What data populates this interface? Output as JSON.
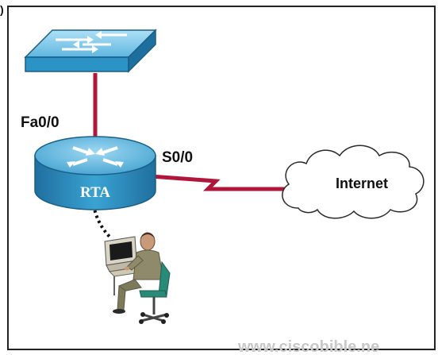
{
  "figure_marker": ")",
  "labels": {
    "fa_interface": "Fa0/0",
    "serial_interface": "S0/0",
    "router_name": "RTA",
    "cloud_name": "Internet"
  },
  "watermark": "www.ciscobible.ne",
  "colors": {
    "device_blue": "#2c93c6",
    "device_top": "#8ed0ee",
    "link_red": "#b0163a",
    "console_cable": "#111111",
    "frame": "#222222"
  },
  "icons": [
    "switch-icon",
    "router-icon",
    "cloud-icon",
    "workstation-user-icon"
  ]
}
